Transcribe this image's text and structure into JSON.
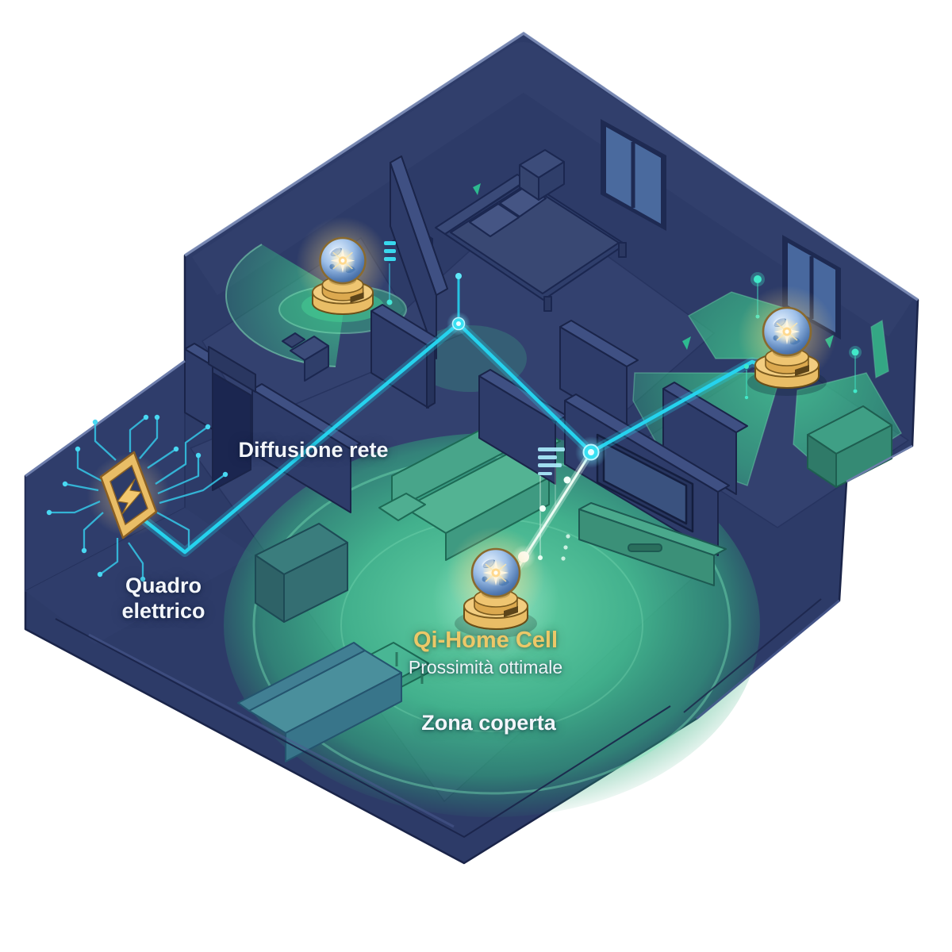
{
  "page": {
    "type": "isometric smart-home coverage illustration",
    "background": "#ffffff"
  },
  "labels": {
    "network_diffusion": "Diffusione rete",
    "electrical_panel": "Quadro elettrico",
    "main_device_name": "Qi-Home Cell",
    "main_device_subtitle": "Prossimità ottimale",
    "coverage_zone": "Zona coperta"
  },
  "icons": {
    "electrical_panel": "lightning-bolt-panel",
    "repeater_device": "crystal-sphere-on-gold-base",
    "network_node": "glowing-cyan-node",
    "signal_bars": "signal-strength-bars"
  },
  "colors": {
    "background": "#ffffff",
    "wall": "#2d3b68",
    "wall_band": "#36446f",
    "wall_light": "#3f5083",
    "wall_top_edge": "#8292bd",
    "outline": "#1a2449",
    "floor": "#33416f",
    "green": "#36c28c",
    "green_edge": "#7de9bc",
    "cyan": "#25d3ee",
    "trace": "#35c8e8",
    "gold": "#e9bd66",
    "gold_light": "#f2cd80",
    "gold_dark": "#8a5f23",
    "label_white": "#f3f6fb",
    "label_gold": "#ecc868",
    "link_white": "#ecfcf3"
  }
}
